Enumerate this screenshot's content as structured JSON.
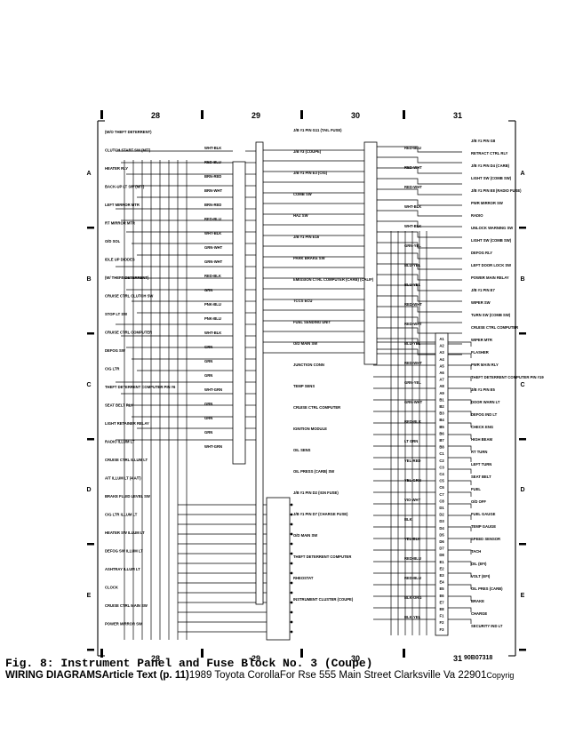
{
  "zones": {
    "columns_top": [
      "28",
      "29",
      "30",
      "31"
    ],
    "columns_bottom": [
      "28",
      "29",
      "30",
      "31"
    ],
    "rows_left": [
      "A",
      "B",
      "C",
      "D",
      "E"
    ],
    "rows_right": [
      "A",
      "B",
      "C",
      "D",
      "E"
    ]
  },
  "diagram_id": "90B07318",
  "caption": "Fig. 8:  Instrument Panel and Fuse Block No. 3 (Coupe)",
  "footer": {
    "title": "WIRING DIAGRAMSArticle Text (p. 11)",
    "vehicle": "1989 Toyota CorollaFor Rse 555 Main Street Clarksville Va 22901",
    "copyright": "Copyrig"
  },
  "components_left": [
    {
      "name": "theft",
      "text": "(W/O THEFT DETERRENT)"
    },
    {
      "name": "clutch-start-sw",
      "text": "CLUTCH START SW (M/T)"
    },
    {
      "name": "heater-rly",
      "text": "HEATER RLY"
    },
    {
      "name": "backup-lt-sw",
      "text": "BACK-UP LT SW (M/T)"
    },
    {
      "name": "left-mirror-mtr",
      "text": "LEFT MIRROR MTR"
    },
    {
      "name": "rt-mirror-mtr",
      "text": "RT MIRROR MTR"
    },
    {
      "name": "od-sol",
      "text": "O/D SOL"
    },
    {
      "name": "idle-up-diodes",
      "text": "IDLE UP DIODES"
    },
    {
      "name": "ew-theft",
      "text": "(W/ THEFT DETERRENT)"
    },
    {
      "name": "cruise-clutch-sw",
      "text": "CRUISE CTRL CLUTCH SW"
    },
    {
      "name": "stop-lt-sw",
      "text": "STOP LT SW"
    },
    {
      "name": "cruise-computer",
      "text": "CRUISE CTRL COMPUTER"
    },
    {
      "name": "defog-sw",
      "text": "DEFOG SW"
    },
    {
      "name": "cig-lighter",
      "text": "CIG LTR"
    },
    {
      "name": "theft-computer",
      "text": "THEFT DETERRENT COMPUTER PIN #6"
    },
    {
      "name": "seat-belt-rly",
      "text": "SEAT BELT RLY"
    },
    {
      "name": "light-retainer-relay",
      "text": "LIGHT RETAINER RELAY"
    },
    {
      "name": "radio-illum",
      "text": "RADIO ILLUM LT"
    },
    {
      "name": "cruise-illum",
      "text": "CRUISE CTRL ILLUM LT"
    },
    {
      "name": "at-illum",
      "text": "A/T ILLUM LT (4 A/T)"
    },
    {
      "name": "brake-fluid-sw",
      "text": "BRAKE FLUID LEVEL SW"
    },
    {
      "name": "cig-illum",
      "text": "CIG LTR ILLUM LT"
    },
    {
      "name": "heater-sw",
      "text": "HEATER SW ILLUM LT"
    },
    {
      "name": "defog-illum",
      "text": "DEFOG SW ILLUM LT"
    },
    {
      "name": "ashtray-illum",
      "text": "ASHTRAY ILLUM LT"
    },
    {
      "name": "clock",
      "text": "CLOCK"
    },
    {
      "name": "cruise-main-sw",
      "text": "CRUISE CTRL MAIN SW"
    },
    {
      "name": "power-mirror-sw",
      "text": "POWER MIRROR SW"
    }
  ],
  "components_center": [
    {
      "name": "jb1-pin-g11",
      "text": "J/B #1 PIN G11 (TAIL FUSE)"
    },
    {
      "name": "jb3-coupe",
      "text": "J/B #3 (COUPE)"
    },
    {
      "name": "jb1-pin-e3",
      "text": "J/B #1 PIN E3 (CIG)"
    },
    {
      "name": "comb-sw",
      "text": "COMB SW"
    },
    {
      "name": "haz-sw",
      "text": "HAZ SW"
    },
    {
      "name": "jb1-pin-e16",
      "text": "J/B #1 PIN E16"
    },
    {
      "name": "park-brake-sw",
      "text": "PARK BRAKE SW"
    },
    {
      "name": "emission-ctrl",
      "text": "EMISSION CTRL COMPUTER (CARB) (CALIF)"
    },
    {
      "name": "tccs-ecu",
      "text": "TCCS ECU"
    },
    {
      "name": "fuel-sending",
      "text": "FUEL SENDING UNIT"
    },
    {
      "name": "oil-main-sw",
      "text": "O/D MAIN SW"
    },
    {
      "name": "junction-conn",
      "text": "JUNCTION CONN"
    },
    {
      "name": "temp-sens",
      "text": "TEMP SENS"
    },
    {
      "name": "cruise-computer-2",
      "text": "CRUISE CTRL COMPUTER"
    },
    {
      "name": "ignition-module",
      "text": "IGNITION MODULE"
    },
    {
      "name": "oil-sens",
      "text": "OIL SENS"
    },
    {
      "name": "oil-press",
      "text": "OIL PRESS (CARB) SW"
    },
    {
      "name": "jb1-pin-d2",
      "text": "J/B #1 PIN D2 (IGN FUSE)"
    },
    {
      "name": "jb1-pin-d7",
      "text": "J/B #1 PIN D7 (CHARGE FUSE)"
    },
    {
      "name": "od-main-sw",
      "text": "O/D MAIN SW"
    },
    {
      "name": "theft-computer-2",
      "text": "THEFT DETERRENT COMPUTER"
    },
    {
      "name": "rheostat",
      "text": "RHEOSTAT"
    },
    {
      "name": "instrument-cluster",
      "text": "INSTRUMENT CLUSTER (COUPE)"
    }
  ],
  "components_right": [
    {
      "name": "jb1-pin-g8",
      "text": "J/B #1 PIN G8"
    },
    {
      "name": "retract-ctrl-rly",
      "text": "RETRACT CTRL RLY"
    },
    {
      "name": "jb1-pin-d4",
      "text": "J/B #1 PIN D4 (CARB)"
    },
    {
      "name": "light-sw",
      "text": "LIGHT SW (COMB SW)"
    },
    {
      "name": "jb1-pin-e8",
      "text": "J/B #1 PIN E8 (RADIO FUSE)"
    },
    {
      "name": "pwr-mirror-sw",
      "text": "PWR MIRROR SW"
    },
    {
      "name": "radio",
      "text": "RADIO"
    },
    {
      "name": "unlock-warning-sw",
      "text": "UNLOCK WARNING SW"
    },
    {
      "name": "light-sw-2",
      "text": "LIGHT SW (COMB SW)"
    },
    {
      "name": "defog-rly",
      "text": "DEFOG RLY"
    },
    {
      "name": "left-door-lock-sw",
      "text": "LEFT DOOR LOCK SW"
    },
    {
      "name": "power-main-relay",
      "text": "POWER MAIN RELAY"
    },
    {
      "name": "jb1-pin-e7",
      "text": "J/B #1 PIN E7"
    },
    {
      "name": "wiper-sw",
      "text": "WIPER SW"
    },
    {
      "name": "turn-sw",
      "text": "TURN SW (COMB SW)"
    },
    {
      "name": "cruise-computer-r",
      "text": "CRUISE CTRL COMPUTER"
    },
    {
      "name": "wiper-mtr",
      "text": "WIPER MTR"
    },
    {
      "name": "flasher",
      "text": "FLASHER"
    },
    {
      "name": "pwr-main-rly",
      "text": "PWR MAIN RLY"
    },
    {
      "name": "theft-pin19",
      "text": "THEFT DETERRENT COMPUTER PIN #19"
    },
    {
      "name": "jb1-pin-e5",
      "text": "J/B #1 PIN E5"
    },
    {
      "name": "door-warn-lt",
      "text": "DOOR WARN LT"
    },
    {
      "name": "defog-ind-lt",
      "text": "DEFOG IND LT"
    },
    {
      "name": "check-eng",
      "text": "CHECK ENG"
    },
    {
      "name": "high-beam",
      "text": "HIGH BEAM"
    },
    {
      "name": "rt-turn",
      "text": "RT TURN"
    },
    {
      "name": "left-turn",
      "text": "LEFT TURN"
    },
    {
      "name": "seat-belt",
      "text": "SEAT BELT"
    },
    {
      "name": "fuel",
      "text": "FUEL"
    },
    {
      "name": "od-off",
      "text": "O/D OFF"
    },
    {
      "name": "fuel-gauge",
      "text": "FUEL GAUGE"
    },
    {
      "name": "temp-gauge",
      "text": "TEMP GAUGE"
    },
    {
      "name": "speed-sensor",
      "text": "SPEED SENSOR"
    },
    {
      "name": "tach",
      "text": "TACH"
    },
    {
      "name": "oil-efi",
      "text": "OIL (EFI)"
    },
    {
      "name": "volt-efi",
      "text": "VOLT (EFI)"
    },
    {
      "name": "oil-press-carb",
      "text": "OIL PRES (CARB)"
    },
    {
      "name": "brake",
      "text": "BRAKE"
    },
    {
      "name": "charge",
      "text": "CHARGE"
    },
    {
      "name": "security-ind",
      "text": "SECURITY IND LT"
    }
  ],
  "wire_colors": {
    "left": [
      "WHT-BLK",
      "RED-BLU",
      "BRN-RED",
      "BRN-WHT",
      "BRN-RED",
      "RED-BLU",
      "WHT-BLK",
      "GRN-WHT",
      "GRN-WHT",
      "RED-BLK",
      "GRN",
      "PNK-BLU",
      "PNK-BLU",
      "WHT-BLK",
      "GRN",
      "GRN",
      "GRN",
      "WHT-GRN",
      "GRN",
      "GRN",
      "GRN",
      "WHT-GRN"
    ],
    "right": [
      "RED-BLU",
      "RED-WHT",
      "RED-WHT",
      "WHT-BLK",
      "WHT-BLK",
      "GRN-YEL",
      "BLU-YEL",
      "BLU-YEL",
      "RED-WHT",
      "RED-WHT",
      "BLU-YEL",
      "RED-WHT",
      "GRN-YEL",
      "GRN-WHT",
      "RED-BLK",
      "LT GRN",
      "YEL-RED",
      "YEL-GRN",
      "VIO-WHT",
      "BLK",
      "YEL-BLK",
      "RED-BLU",
      "RED-BLU",
      "BLK-ORG",
      "BLK-YEL"
    ]
  },
  "cluster_pins": [
    "A1",
    "A2",
    "A3",
    "A4",
    "A5",
    "A6",
    "A7",
    "A8",
    "A9",
    "B1",
    "B2",
    "B3",
    "B4",
    "B5",
    "B6",
    "B7",
    "B8",
    "C1",
    "C2",
    "C3",
    "C4",
    "C5",
    "C6",
    "C7",
    "C8",
    "D1",
    "D2",
    "D3",
    "D4",
    "D5",
    "D6",
    "D7",
    "D8",
    "E1",
    "E2",
    "E3",
    "E4",
    "E5",
    "E6",
    "E7",
    "E8",
    "F1",
    "F2",
    "F3"
  ]
}
